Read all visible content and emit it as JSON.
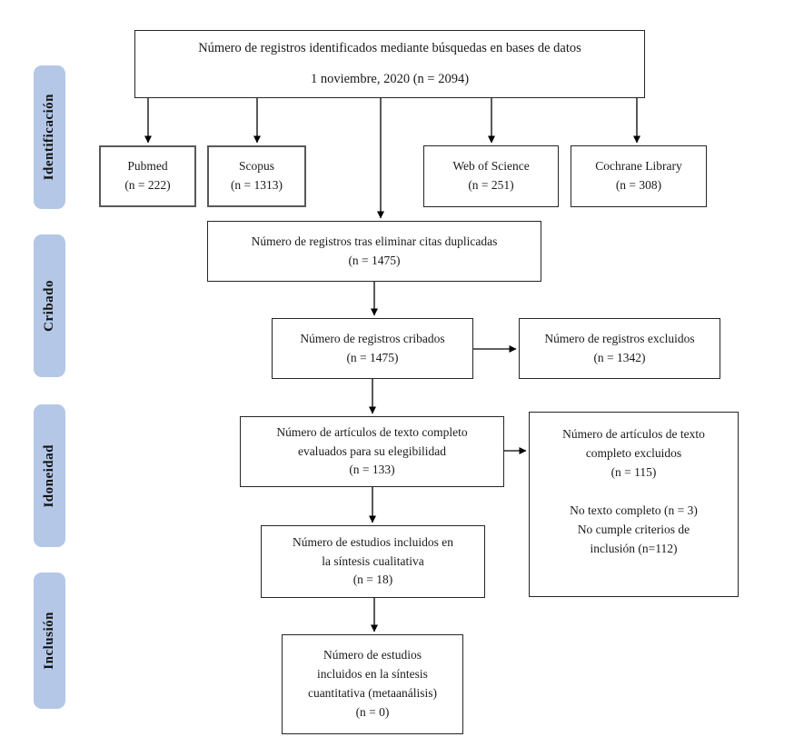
{
  "diagram_type": "PRISMA flow diagram (Spanish)",
  "colors": {
    "stage_fill": "#b4c7e7",
    "box_border": "#262626",
    "box_border_thick": "#595959",
    "arrow": "#000000",
    "background": "#ffffff"
  },
  "stages": [
    {
      "label": "Identificación"
    },
    {
      "label": "Cribado"
    },
    {
      "label": "Idoneidad"
    },
    {
      "label": "Inclusión"
    }
  ],
  "boxes": {
    "identification_total": {
      "text": "Número de registros identificados mediante búsquedas en bases de datos\n1 noviembre, 2020 (n = 2094)"
    },
    "pubmed": {
      "text": "Pubmed\n(n = 222)"
    },
    "scopus": {
      "text": "Scopus\n(n = 1313)"
    },
    "web_of_science": {
      "text": "Web of Science\n(n = 251)"
    },
    "cochrane": {
      "text": "Cochrane Library\n(n = 308)"
    },
    "deduplicated": {
      "text": "Número de registros tras eliminar citas duplicadas\n(n = 1475)"
    },
    "screened": {
      "text": "Número de registros cribados\n(n = 1475)"
    },
    "screened_excluded": {
      "text": "Número de registros excluidos\n(n = 1342)"
    },
    "fulltext_assessed": {
      "text": "Número de artículos de texto completo\nevaluados para su elegibilidad\n(n = 133)"
    },
    "fulltext_excluded": {
      "text": "Número de artículos de texto\ncompleto excluidos\n(n = 115)\n\nNo texto completo (n = 3)\nNo cumple criterios de\ninclusión (n=112)"
    },
    "qualitative_synthesis": {
      "text": "Número de estudios incluidos en\nla síntesis cualitativa\n(n = 18)"
    },
    "quantitative_synthesis": {
      "text": "Número de estudios\nincluidos en la síntesis\ncuantitativa (metaanálisis)\n(n = 0)"
    }
  }
}
